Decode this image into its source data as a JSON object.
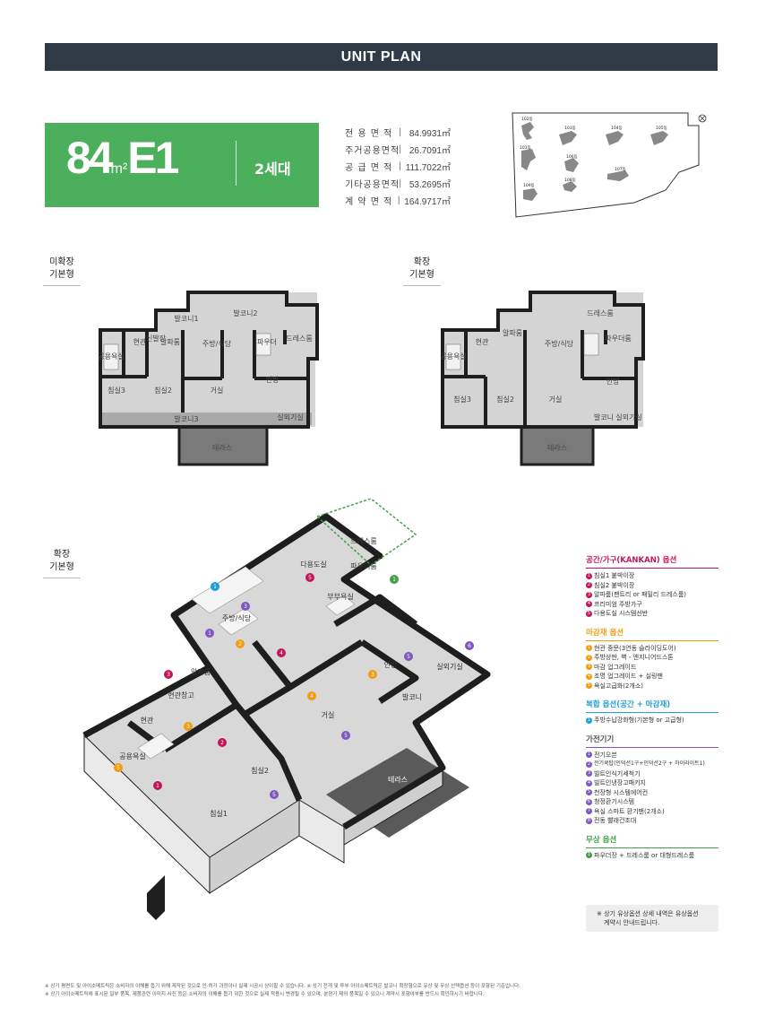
{
  "header": {
    "title": "UNIT PLAN"
  },
  "unit": {
    "size": "84",
    "unit": "m²",
    "type": "E1",
    "households": "2세대"
  },
  "areas": [
    {
      "label": "전 용 면 적",
      "value": "84.9931㎡"
    },
    {
      "label": "주거공용면적",
      "value": "26.7091㎡"
    },
    {
      "label": "공 급 면 적",
      "value": "111.7022㎡"
    },
    {
      "label": "기타공용면적",
      "value": "53.2695㎡"
    },
    {
      "label": "계 약 면 적",
      "value": "164.9717㎡"
    }
  ],
  "plan_labels": {
    "unexpanded": {
      "line1": "미확장",
      "line2": "기본형"
    },
    "expanded": {
      "line1": "확장",
      "line2": "기본형"
    },
    "expanded_3d": {
      "line1": "확장",
      "line2": "기본형"
    }
  },
  "rooms_unexpanded": {
    "balcony1": "발코니1",
    "balcony2": "발코니2",
    "dressroom": "드레스룸",
    "entrance": "현관",
    "storage": "신발장",
    "alpha": "알파룸",
    "kitchen": "주방/식당",
    "pantry": "파우더",
    "bath1": "공용욕실",
    "bed3": "침실3",
    "bed2": "침실2",
    "living": "거실",
    "master": "안방",
    "balcony3": "발코니3",
    "outdoor": "실외기실",
    "terrace": "테라스"
  },
  "rooms_expanded": {
    "dressroom": "드레스룸",
    "entrance": "현관",
    "alpha": "알파룸",
    "kitchen": "주방/식당",
    "pantry": "파우더룸",
    "bath1": "공용욕실",
    "bed3": "침실3",
    "bed2": "침실2",
    "living": "거실",
    "master": "안방",
    "balcony": "발코니",
    "outdoor": "실외기실",
    "terrace": "테라스"
  },
  "rooms_3d": {
    "dressroom": "드레스룸",
    "pantry": "파우더룸",
    "kitchen": "주방/식당",
    "alpha": "알파룸",
    "storage": "현관창고",
    "entrance": "현관",
    "bath1": "공용욕실",
    "bath2": "부부욕실",
    "living": "거실",
    "master": "안방",
    "outdoor": "실외기실",
    "balcony": "발코니",
    "bed2": "침실2",
    "bed1": "침실1",
    "terrace": "테라스",
    "utility": "다용도실"
  },
  "options": {
    "space": {
      "title": "공간/가구(KANKAN) 옵션",
      "color": "#c2185b",
      "items": [
        "침실1 붙박이장",
        "침실2 붙박이장",
        "알파룸(팬트리 or 패밀리 드레스룸)",
        "프리미엄 주방가구",
        "다용도실 시스템선반"
      ]
    },
    "finish": {
      "title": "마감재 옵션",
      "color": "#f39c12",
      "items": [
        "현관 중문(3연동 슬라이딩도어)",
        "주방상판, 벽 - 엔지니어드스톤",
        "마감 업그레이드",
        "조명 업그레이드 + 실링팬",
        "욕실고급화(2개소)"
      ]
    },
    "combined": {
      "title": "복합 옵션(공간 + 마감재)",
      "color": "#1e9fd8",
      "items": [
        "주방수납강화형(기본형 or 고급형)"
      ]
    },
    "appliance": {
      "title": "가전기기",
      "color": "#7e57c2",
      "items": [
        "전기오븐",
        "전기쿡탑(인덕션1구+인덕션2구 + 하이라이트1)",
        "빌트인식기세척기",
        "빌트인냉장고패키지",
        "천장형 시스템에어컨",
        "청정환기시스템",
        "욕실 스마트 환기팬(2개소)",
        "전동 빨래건조대"
      ]
    },
    "free": {
      "title": "무상 옵션",
      "color": "#43a047",
      "items": [
        "파우더장 + 드레스룸 or 대형드레스룸"
      ]
    }
  },
  "note": {
    "line1": "※ 상기 유상옵션 상세 내역은 유상옵션",
    "line2": "계약시 안내드립니다."
  },
  "keyplan_labels": [
    "102동",
    "103동",
    "104동",
    "105동",
    "101동",
    "106동",
    "107동",
    "108동",
    "109동"
  ],
  "footnotes": {
    "line1": "※ 상기 평면도 및 아이소메트릭은 소비자의 이해를 돕기 위해 제작된 것으로 인·허가 과정이나 실제 시공시 상이할 수 있습니다. ※ 상기 전개 및 투부 아이소메트릭은 발코니 확장형으로 유상 및 무상 선택옵션 등이 포함된 기준입니다.",
    "line2": "※ 상기 아이소메트릭에 표시된 일부 품목, 제품관련 이미지 사진 등은 소비자의 이해를 돕기 위한 것으로 실제 적용시 변경될 수 있으며, 분양가 제외 품목일 수 있으니 계약시 포함여부를 반드시 확인하시기 바랍니다."
  },
  "colors": {
    "header": "#2e3a45",
    "badge": "#4caf5c",
    "wall": "#1e1e1e",
    "floor": "#c8c8c8"
  }
}
